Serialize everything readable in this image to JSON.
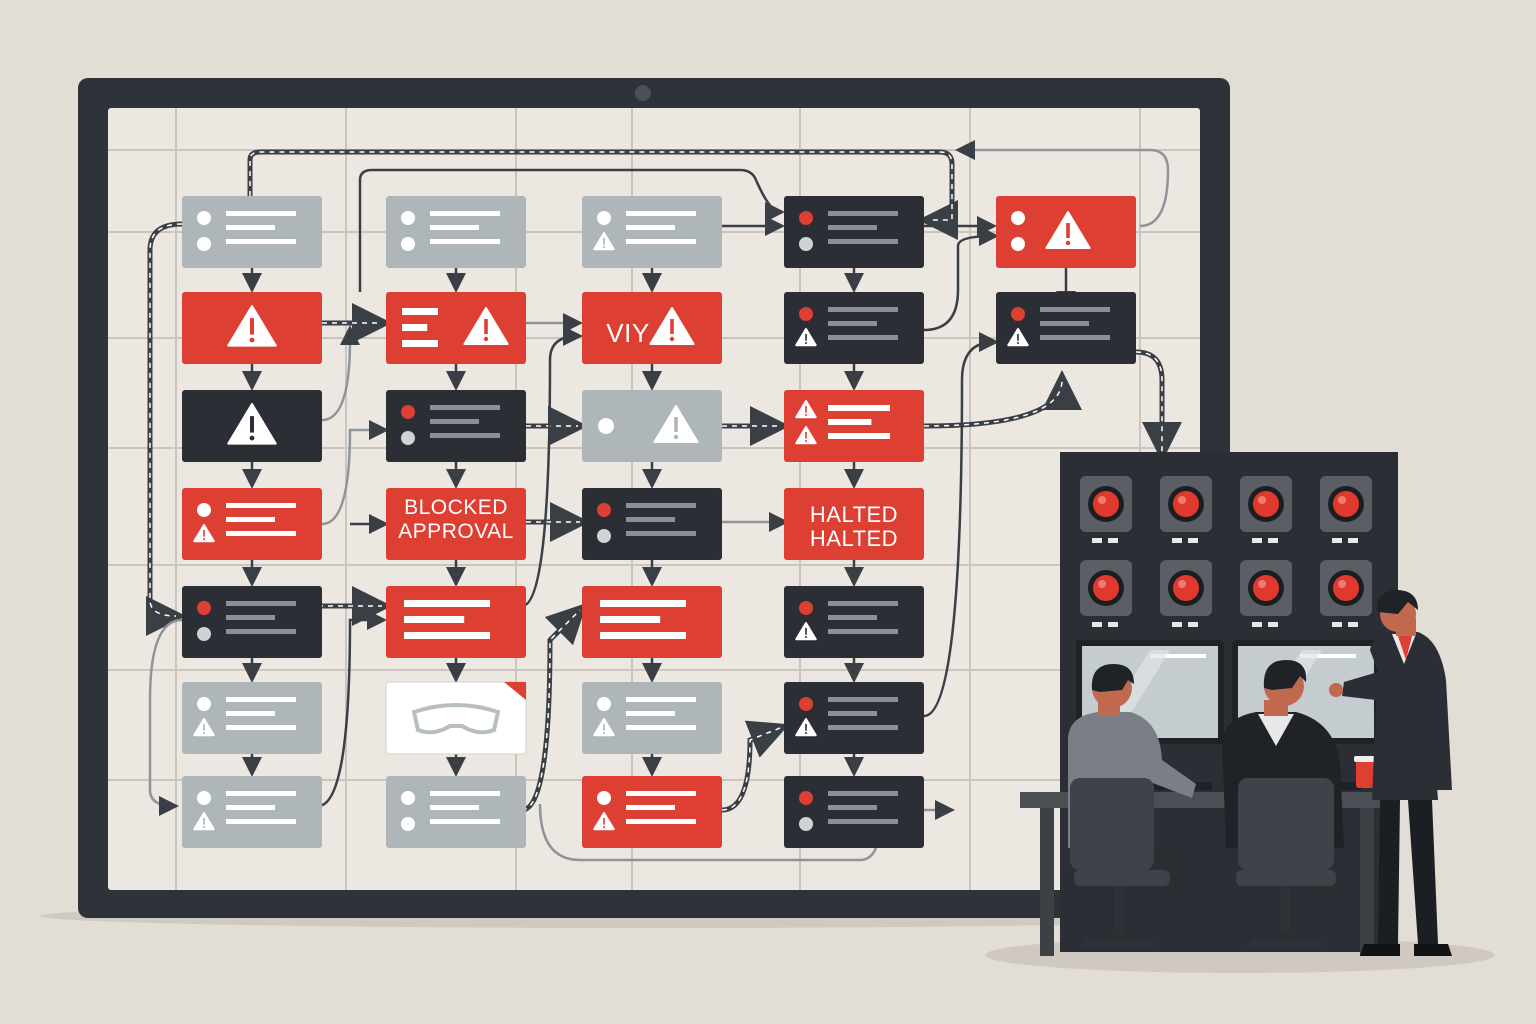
{
  "colors": {
    "background": "#e2ddd5",
    "monitor_frame": "#2e3339",
    "screen": "#ece8e1",
    "grid_line": "#cbc5bd",
    "node_red": "#dd3f33",
    "node_dark": "#2b2f35",
    "node_gray": "#aeb6ba",
    "connector": "#3a3f45",
    "connector_light": "#8e9498",
    "panel": "#2b2f35",
    "button_red": "#e03a2f",
    "desk": "#4b4f55"
  },
  "icons": {
    "warning": "warning-triangle-icon",
    "status_dot": "status-dot-icon",
    "emergency_button": "emergency-stop-button-icon",
    "goggles": "goggles-icon"
  },
  "nodes": [
    {
      "id": "n01",
      "col": 0,
      "row": 0,
      "variant": "gray",
      "kind": "list",
      "text": ""
    },
    {
      "id": "n02",
      "col": 0,
      "row": 1,
      "variant": "red",
      "kind": "warning",
      "text": ""
    },
    {
      "id": "n03",
      "col": 0,
      "row": 2,
      "variant": "dark",
      "kind": "warning",
      "text": ""
    },
    {
      "id": "n04",
      "col": 0,
      "row": 3,
      "variant": "red",
      "kind": "list-warning",
      "text": ""
    },
    {
      "id": "n05",
      "col": 0,
      "row": 4,
      "variant": "dark",
      "kind": "list",
      "text": ""
    },
    {
      "id": "n06",
      "col": 0,
      "row": 5,
      "variant": "gray",
      "kind": "list-warning",
      "text": ""
    },
    {
      "id": "n07",
      "col": 0,
      "row": 6,
      "variant": "gray",
      "kind": "list-warning",
      "text": ""
    },
    {
      "id": "n08",
      "col": 1,
      "row": 0,
      "variant": "gray",
      "kind": "list",
      "text": ""
    },
    {
      "id": "n09",
      "col": 1,
      "row": 1,
      "variant": "red",
      "kind": "bars-warning",
      "text": ""
    },
    {
      "id": "n10",
      "col": 1,
      "row": 2,
      "variant": "dark",
      "kind": "list",
      "text": ""
    },
    {
      "id": "n11",
      "col": 1,
      "row": 3,
      "variant": "red",
      "kind": "text",
      "text": "BLOCKED\nAPPROVAL"
    },
    {
      "id": "n12",
      "col": 1,
      "row": 4,
      "variant": "red",
      "kind": "bars",
      "text": ""
    },
    {
      "id": "n13",
      "col": 1,
      "row": 5,
      "variant": "white",
      "kind": "goggles",
      "text": ""
    },
    {
      "id": "n14",
      "col": 1,
      "row": 6,
      "variant": "gray",
      "kind": "list",
      "text": ""
    },
    {
      "id": "n15",
      "col": 2,
      "row": 0,
      "variant": "gray",
      "kind": "list-warning",
      "text": ""
    },
    {
      "id": "n16",
      "col": 2,
      "row": 1,
      "variant": "red",
      "kind": "text-warning",
      "text": "VIY"
    },
    {
      "id": "n17",
      "col": 2,
      "row": 2,
      "variant": "gray",
      "kind": "dot-warning",
      "text": ""
    },
    {
      "id": "n18",
      "col": 2,
      "row": 3,
      "variant": "dark",
      "kind": "list",
      "text": ""
    },
    {
      "id": "n19",
      "col": 2,
      "row": 4,
      "variant": "red",
      "kind": "bars",
      "text": ""
    },
    {
      "id": "n20",
      "col": 2,
      "row": 5,
      "variant": "gray",
      "kind": "list-warning",
      "text": ""
    },
    {
      "id": "n21",
      "col": 2,
      "row": 6,
      "variant": "red",
      "kind": "list-warning",
      "text": ""
    },
    {
      "id": "n22",
      "col": 3,
      "row": 0,
      "variant": "dark",
      "kind": "list",
      "text": ""
    },
    {
      "id": "n23",
      "col": 3,
      "row": 1,
      "variant": "dark",
      "kind": "list-warning",
      "text": ""
    },
    {
      "id": "n24",
      "col": 3,
      "row": 2,
      "variant": "red",
      "kind": "warning-list",
      "text": ""
    },
    {
      "id": "n25",
      "col": 3,
      "row": 3,
      "variant": "red",
      "kind": "text",
      "text": "HALTED\nHALTED"
    },
    {
      "id": "n26",
      "col": 3,
      "row": 4,
      "variant": "dark",
      "kind": "list-warning",
      "text": ""
    },
    {
      "id": "n27",
      "col": 3,
      "row": 5,
      "variant": "dark",
      "kind": "list-warning",
      "text": ""
    },
    {
      "id": "n28",
      "col": 3,
      "row": 6,
      "variant": "dark",
      "kind": "list",
      "text": ""
    },
    {
      "id": "n29",
      "col": 4,
      "row": 0,
      "variant": "red",
      "kind": "dots-warning",
      "text": ""
    },
    {
      "id": "n30",
      "col": 4,
      "row": 1,
      "variant": "dark",
      "kind": "list-warning",
      "text": ""
    }
  ],
  "control_panel": {
    "emergency_buttons": 8,
    "operators": 3
  }
}
